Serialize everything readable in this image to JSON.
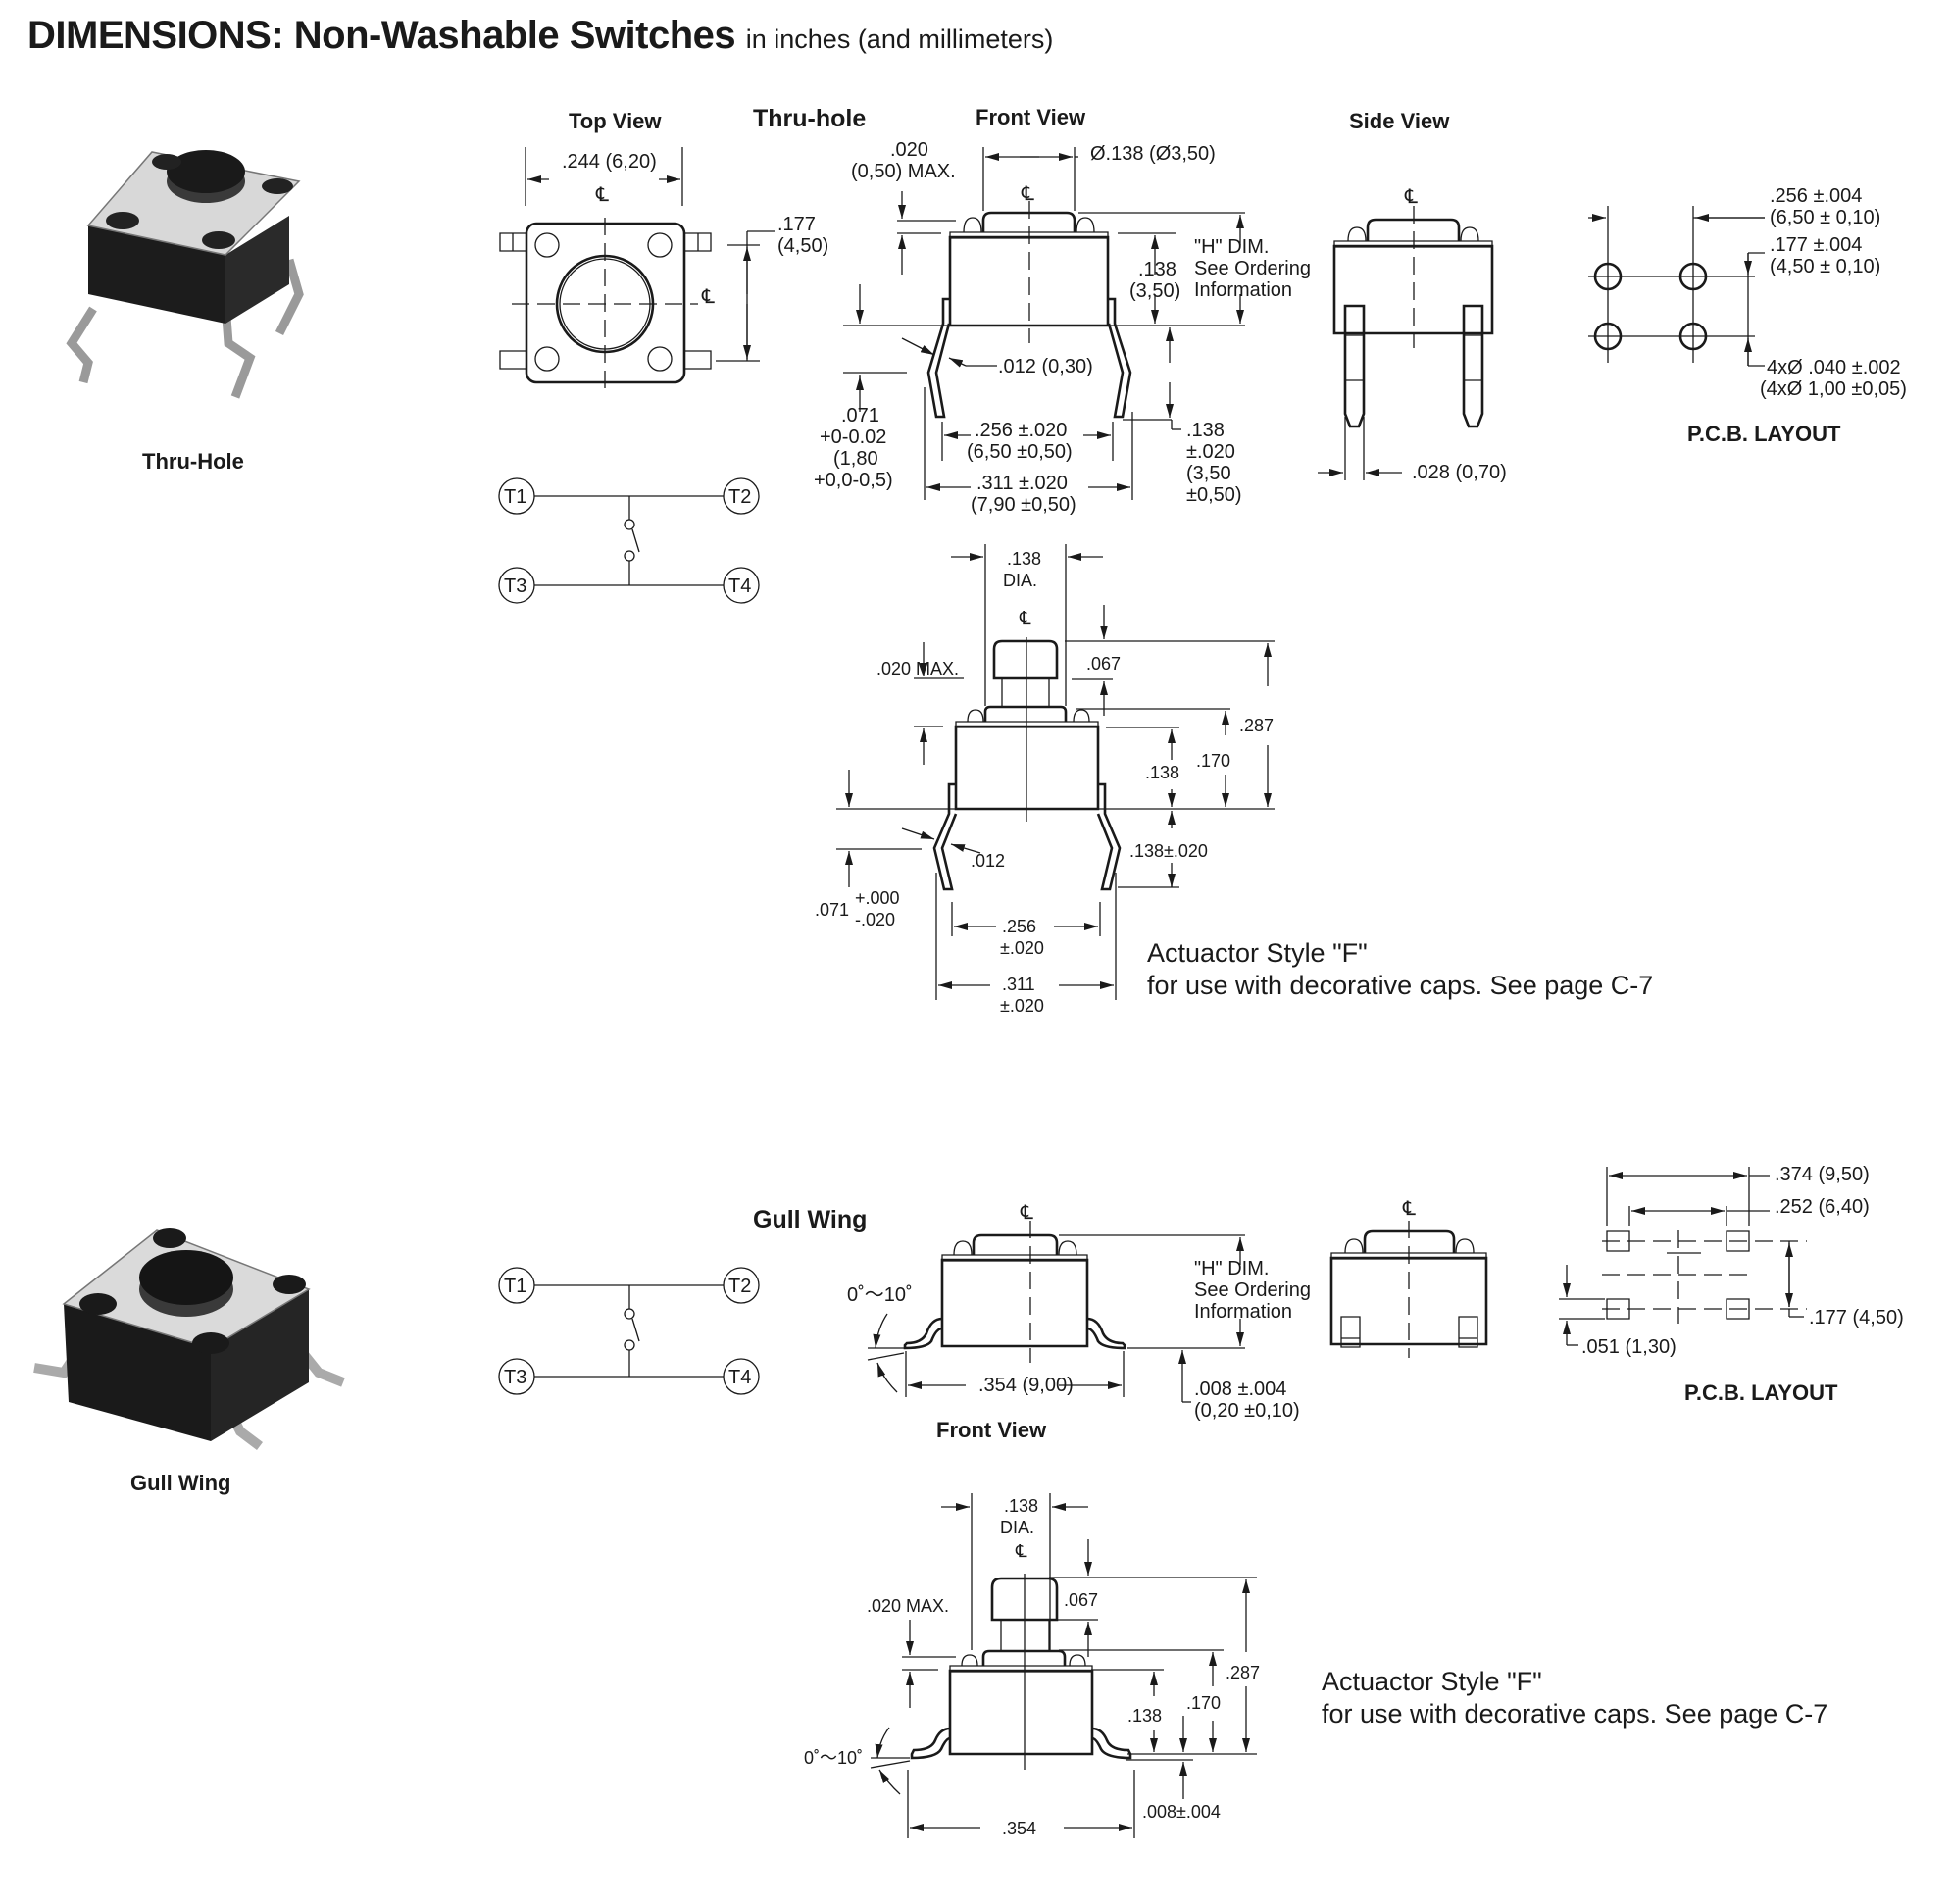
{
  "header": {
    "title": "DIMENSIONS: Non-Washable Switches",
    "subtitle": "in inches (and millimeters)"
  },
  "thru_hole": {
    "photo_caption": "Thru-Hole",
    "section_label": "Thru-hole",
    "top_view": {
      "label": "Top View",
      "width_dim": ".244 (6,20)",
      "pitch_dim": ".177",
      "pitch_dim_mm": "(4,50)",
      "centerline": "℄"
    },
    "front_view": {
      "label": "Front View",
      "actuator_dim": "Ø.138 (Ø3,50)",
      "clearance_dim": ".020",
      "clearance_dim_mm": "(0,50) MAX.",
      "body_height": ".138",
      "body_height_mm": "(3,50)",
      "h_dim_lines": [
        "\"H\" DIM.",
        "See Ordering",
        "Information"
      ],
      "lead_thickness": ".012 (0,30)",
      "kink_dim_lines": [
        ".071",
        "+0-0.02",
        "(1,80",
        "+0,0-0,5)"
      ],
      "inner_span": ".256 ±.020",
      "inner_span_mm": "(6,50 ±0,50)",
      "outer_span": ".311 ±.020",
      "outer_span_mm": "(7,90 ±0,50)",
      "lead_length_lines": [
        ".138",
        "±.020",
        "(3,50",
        "±0,50)"
      ]
    },
    "side_view": {
      "label": "Side View",
      "lead_width": ".028 (0,70)"
    },
    "pcb_layout": {
      "label": "P.C.B. LAYOUT",
      "x_pitch": ".256 ±.004",
      "x_pitch_mm": "(6,50 ± 0,10)",
      "y_pitch": ".177 ±.004",
      "y_pitch_mm": "(4,50 ± 0,10)",
      "hole_dia": "4xØ .040 ±.002",
      "hole_dia_mm": "(4xØ 1,00 ±0,05)"
    },
    "schematic": {
      "terminals": [
        "T1",
        "T2",
        "T3",
        "T4"
      ]
    },
    "style_f": {
      "dia": ".138",
      "dia_unit": "DIA.",
      "clearance": ".020 MAX.",
      "cap_height": ".067",
      "total_height": ".287",
      "stem_height": ".170",
      "body_height": ".138",
      "lead_thickness": ".012",
      "lead_length": ".138±.020",
      "kink_dim": ".071",
      "kink_tol_plus": "+.000",
      "kink_tol_minus": "-.020",
      "inner_span": ".256",
      "inner_span_tol": "±.020",
      "outer_span": ".311",
      "outer_span_tol": "±.020",
      "note_line1": "Actuactor Style \"F\"",
      "note_line2": "for use with decorative caps. See page C-7"
    }
  },
  "gull_wing": {
    "photo_caption": "Gull Wing",
    "section_label": "Gull Wing",
    "schematic": {
      "terminals": [
        "T1",
        "T2",
        "T3",
        "T4"
      ]
    },
    "front_view": {
      "label": "Front View",
      "angle": "0˚～10˚",
      "span": ".354 (9,00)",
      "h_dim_lines": [
        "\"H\" DIM.",
        "See Ordering",
        "Information"
      ],
      "standoff": ".008 ±.004",
      "standoff_mm": "(0,20 ±0,10)"
    },
    "pcb_layout": {
      "label": "P.C.B. LAYOUT",
      "outer_span": ".374 (9,50)",
      "inner_span": ".252 (6,40)",
      "y_pitch": ".177 (4,50)",
      "pad_height": ".051 (1,30)"
    },
    "style_f": {
      "dia": ".138",
      "dia_unit": "DIA.",
      "clearance": ".020 MAX.",
      "cap_height": ".067",
      "total_height": ".287",
      "stem_height": ".170",
      "body_height": ".138",
      "angle": "0˚～10˚",
      "span": ".354",
      "standoff": ".008±.004",
      "note_line1": "Actuactor Style \"F\"",
      "note_line2": "for use with decorative caps. See page C-7"
    }
  }
}
